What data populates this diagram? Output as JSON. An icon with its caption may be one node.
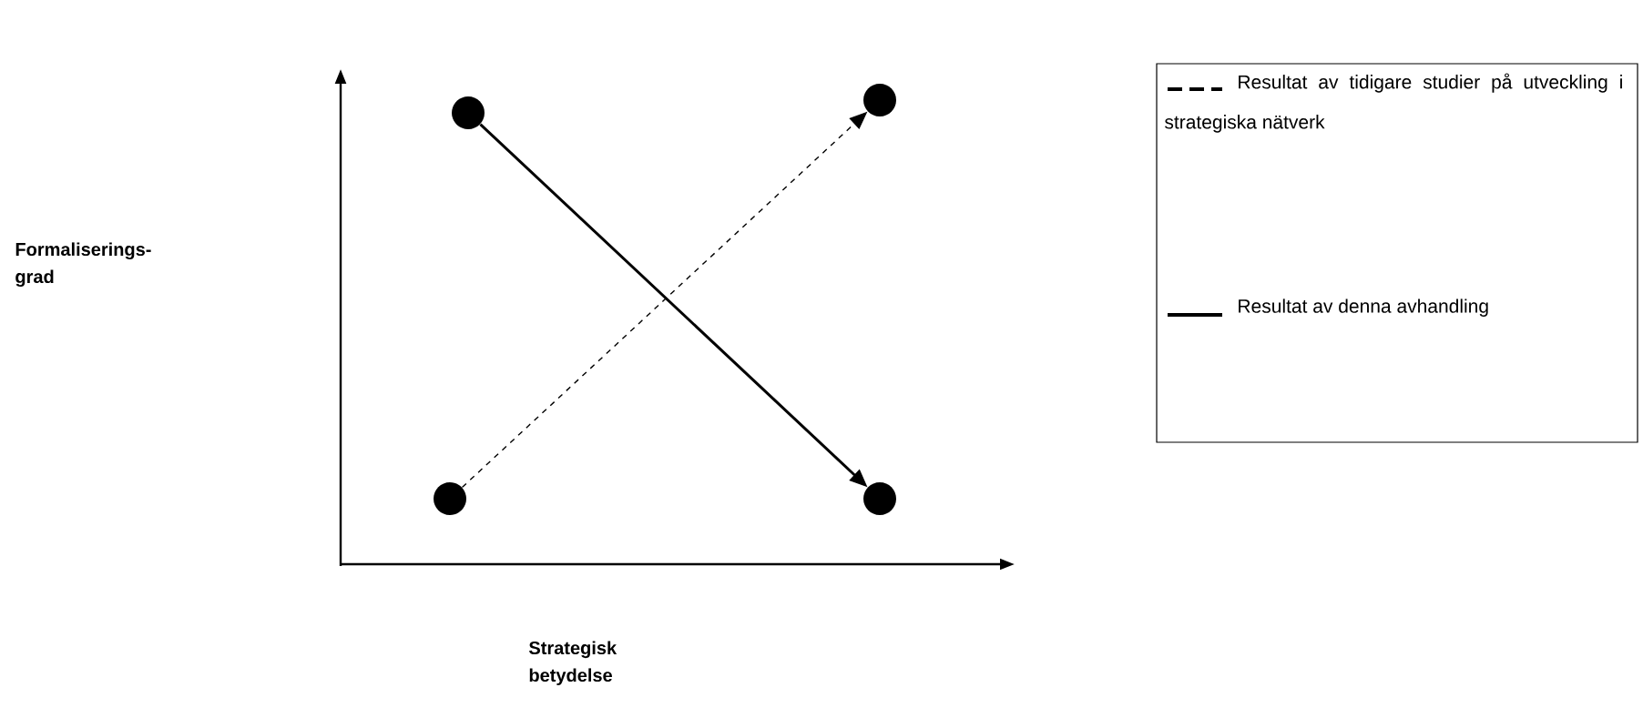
{
  "diagram": {
    "nodes": [
      {
        "text": [],
        "shape": "circle"
      },
      {
        "text": [],
        "shape": "circle"
      },
      {
        "text": [],
        "shape": "circle"
      },
      {
        "text": [],
        "shape": "circle"
      }
    ],
    "edges": [
      {
        "from": 0,
        "to": 3,
        "arrow": "to"
      },
      {
        "from": 1,
        "to": 2,
        "arrow": "to",
        "style": "dashed"
      }
    ],
    "labels": [
      "Formaliserings- grad",
      "Strategisk betydelse"
    ],
    "legend": [
      {
        "text": "Resultat av tidigare studier på utveckling i strategiska nätverk"
      },
      {
        "text": "Resultat av denna avhandling"
      }
    ]
  }
}
